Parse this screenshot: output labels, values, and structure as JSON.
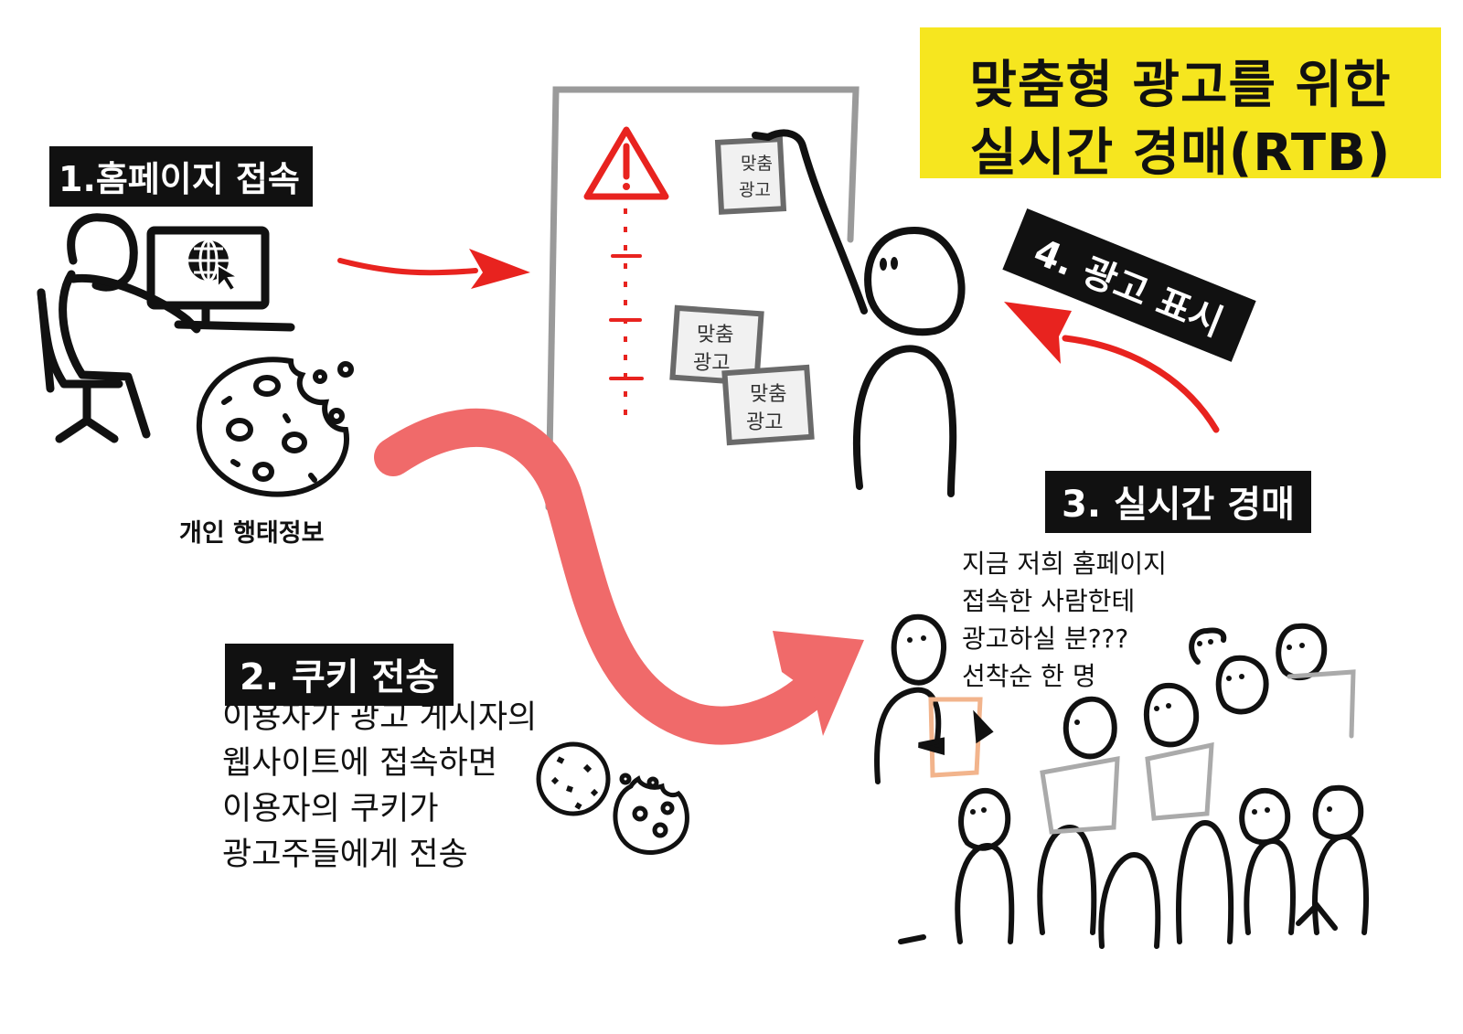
{
  "title": {
    "line1": "맞춤형 광고를 위한",
    "line2": "실시간 경매(RTB)"
  },
  "steps": {
    "step1": "1.홈페이지 접속",
    "step2": "2. 쿠키 전송",
    "step3": "3. 실시간 경매",
    "step4": "4. 광고 표시"
  },
  "cookie_caption": "개인 행태정보",
  "step2_description": [
    "이용자가 광고 게시자의",
    "웹사이트에 접속하면",
    "이용자의 쿠키가",
    "광고주들에게 전송"
  ],
  "auction_speech": [
    "지금 저희 홈페이지",
    "접속한 사람한테",
    "광고하실 분???",
    "선착순 한 명"
  ],
  "ad_card_text": {
    "line1": "맞춤",
    "line2": "광고"
  },
  "colors": {
    "title_bg": "#f6e61f",
    "label_bg": "#111111",
    "arrow_red": "#e8231f",
    "big_arrow": "#f06a6a",
    "warning_red": "#e8231f",
    "board_gray": "#9a9a9a",
    "paper_orange": "#f2b48c"
  },
  "icons": [
    "user-at-computer-icon",
    "globe-cursor-icon",
    "cookie-icon",
    "warning-icon"
  ]
}
